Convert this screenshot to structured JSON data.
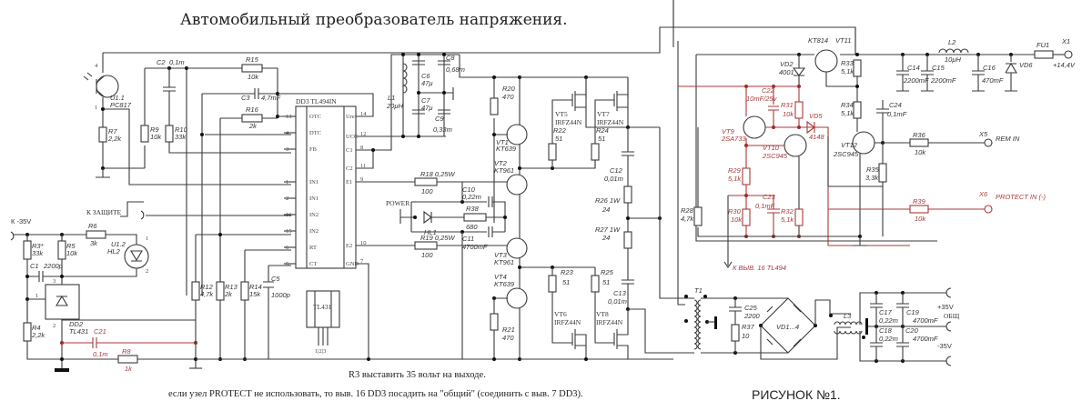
{
  "title": "Автомобильный преобразователь напряжения.",
  "notes": [
    "R3 выставить 35 вольт на выходе.",
    "если узел PROTECT не использовать, то выв. 16 DD3  посадить на \"общий\" (соединить с выв. 7 DD3)."
  ],
  "figure_caption": "РИСУНОК №1.",
  "ic_main": {
    "name": "DD3  TL494IN",
    "left_pins": [
      {
        "num": "13",
        "name": "OTC"
      },
      {
        "num": "4",
        "name": "DTC"
      },
      {
        "num": "3",
        "name": "FB"
      },
      {
        "num": "1",
        "name": "IN1"
      },
      {
        "num": "2",
        "name": "IN1"
      },
      {
        "num": "16",
        "name": "IN2"
      },
      {
        "num": "15",
        "name": "IN2"
      },
      {
        "num": "6",
        "name": "RT"
      },
      {
        "num": "5",
        "name": "CT"
      }
    ],
    "right_pins": [
      {
        "num": "14",
        "name": "Uref"
      },
      {
        "num": "12",
        "name": "UCC"
      },
      {
        "num": "8",
        "name": "C1"
      },
      {
        "num": "11",
        "name": "C2"
      },
      {
        "num": "9",
        "name": "E1"
      },
      {
        "num": "10",
        "name": "E2"
      },
      {
        "num": "7",
        "name": "GND"
      }
    ]
  },
  "tl431_package": {
    "name": "TL431",
    "pins": "1|2|3"
  },
  "terminals": {
    "k35v": "К -35V",
    "k_protect": "К ЗАЩИТЕ",
    "power": "POWER",
    "x1": "X1",
    "x1_val": "+14,4V",
    "x5": "X5",
    "x5_label": "REM IN",
    "x6": "X6",
    "x6_label": "PROTECT IN (-)",
    "out_pos": "+35V",
    "out_com": "ОБЩ",
    "out_neg": "-35V",
    "to_pin16": "К ВЫВ. 16 TL494"
  },
  "components": {
    "u11": [
      "U1.1",
      "PC817"
    ],
    "u12": [
      "U1.2",
      "HL2"
    ],
    "r7": [
      "R7",
      "2,2k"
    ],
    "r9": [
      "R9",
      "10k"
    ],
    "r10": [
      "R10",
      "33k"
    ],
    "c2": [
      "C2",
      "0,1m"
    ],
    "r15": [
      "R15",
      "10k"
    ],
    "c3": [
      "C3",
      "4,7mF"
    ],
    "r16": [
      "R16",
      "2k"
    ],
    "r3": [
      "R3*",
      "33k"
    ],
    "r5": [
      "R5",
      "10k"
    ],
    "r6": [
      "R6",
      "3k"
    ],
    "c1": [
      "C1",
      "2200p"
    ],
    "r4": [
      "R4",
      "2,2k"
    ],
    "dd2": [
      "DD2",
      "TL431"
    ],
    "c21": [
      "C21",
      "0,1m"
    ],
    "r8": [
      "R8",
      "1k"
    ],
    "r12": [
      "R12",
      "4,7k"
    ],
    "r13": [
      "R13",
      "2k"
    ],
    "r14": [
      "R14",
      "15k"
    ],
    "c5": [
      "C5",
      "1000p"
    ],
    "l1": [
      "L1",
      "20μH"
    ],
    "c6": [
      "C6",
      "47μ"
    ],
    "c7": [
      "C7",
      "47μ"
    ],
    "c8": [
      "C8",
      "0,68m"
    ],
    "c9": [
      "C9",
      "0,33m"
    ],
    "r18": [
      "R18 0,25W",
      "100"
    ],
    "r19": [
      "R19 0,25W",
      "100"
    ],
    "c10": [
      "C10",
      "0,22m"
    ],
    "r38": [
      "R38",
      "680"
    ],
    "hl1": [
      "HL1"
    ],
    "c11": [
      "C11",
      "4700mF"
    ],
    "r20": [
      "R20",
      "470"
    ],
    "r21": [
      "R21",
      "470"
    ],
    "vt1": [
      "VT1",
      "KT639"
    ],
    "vt2": [
      "VT2",
      "KT961"
    ],
    "vt3": [
      "VT3",
      "KT961"
    ],
    "vt4": [
      "VT4",
      "KT639"
    ],
    "vt5": [
      "VT5",
      "IRFZ44N"
    ],
    "vt7": [
      "VT7",
      "IRFZ44N"
    ],
    "vt6": [
      "VT6",
      "IRFZ44N"
    ],
    "vt8": [
      "VT8",
      "IRFZ44N"
    ],
    "r22": [
      "R22",
      "51"
    ],
    "r24": [
      "R24",
      "51"
    ],
    "r23": [
      "R23",
      "51"
    ],
    "r25": [
      "R25",
      "51"
    ],
    "c12": [
      "C12",
      "0,01m"
    ],
    "c13": [
      "C13",
      "0,01m"
    ],
    "r26": [
      "R26 1W",
      "24"
    ],
    "r27": [
      "R27 1W",
      "24"
    ],
    "t1": [
      "T1"
    ],
    "c25": [
      "C25",
      "2200"
    ],
    "r37": [
      "R37",
      "10"
    ],
    "vd14": [
      "VD1...4"
    ],
    "l3": [
      "L3"
    ],
    "c17": [
      "C17",
      "0,22m"
    ],
    "c18": [
      "C18",
      "0,22m"
    ],
    "c19": [
      "C19",
      "4700mF"
    ],
    "c20": [
      "C20",
      "4700mF"
    ],
    "kt814": [
      "KT814",
      "VT11"
    ],
    "vd2": [
      "VD2",
      "4001"
    ],
    "r33": [
      "R33",
      "5,1k"
    ],
    "r34": [
      "R34",
      "5,1k"
    ],
    "c22": [
      "C22",
      "10mF/25v"
    ],
    "r31": [
      "R31",
      "10k"
    ],
    "vd5": [
      "VD5",
      "4148"
    ],
    "vt9": [
      "VT9",
      "2SA733"
    ],
    "vt10": [
      "VT10",
      "2SC945"
    ],
    "vt12": [
      "VT12",
      "2SC945"
    ],
    "r29": [
      "R29",
      "5,1k"
    ],
    "r30": [
      "R30",
      "10k"
    ],
    "c23": [
      "C23",
      "0,1mF"
    ],
    "r32": [
      "R32",
      "5,1k"
    ],
    "r28": [
      "R28",
      "4,7k"
    ],
    "r35": [
      "R35",
      "3,3k"
    ],
    "r36": [
      "R36",
      "10k"
    ],
    "r39": [
      "R39",
      "10k"
    ],
    "c24": [
      "C24",
      "0,1mF"
    ],
    "c14": [
      "C14",
      "2200mF"
    ],
    "c15": [
      "C15",
      "2200mF"
    ],
    "l2": [
      "L2",
      "10μH"
    ],
    "c16": [
      "C16",
      "470mF"
    ],
    "vd6": [
      "VD6"
    ],
    "fu1": [
      "FU1"
    ]
  },
  "colors": {
    "wire": "#3a3a3a",
    "protect_node": "#a83a3a"
  }
}
